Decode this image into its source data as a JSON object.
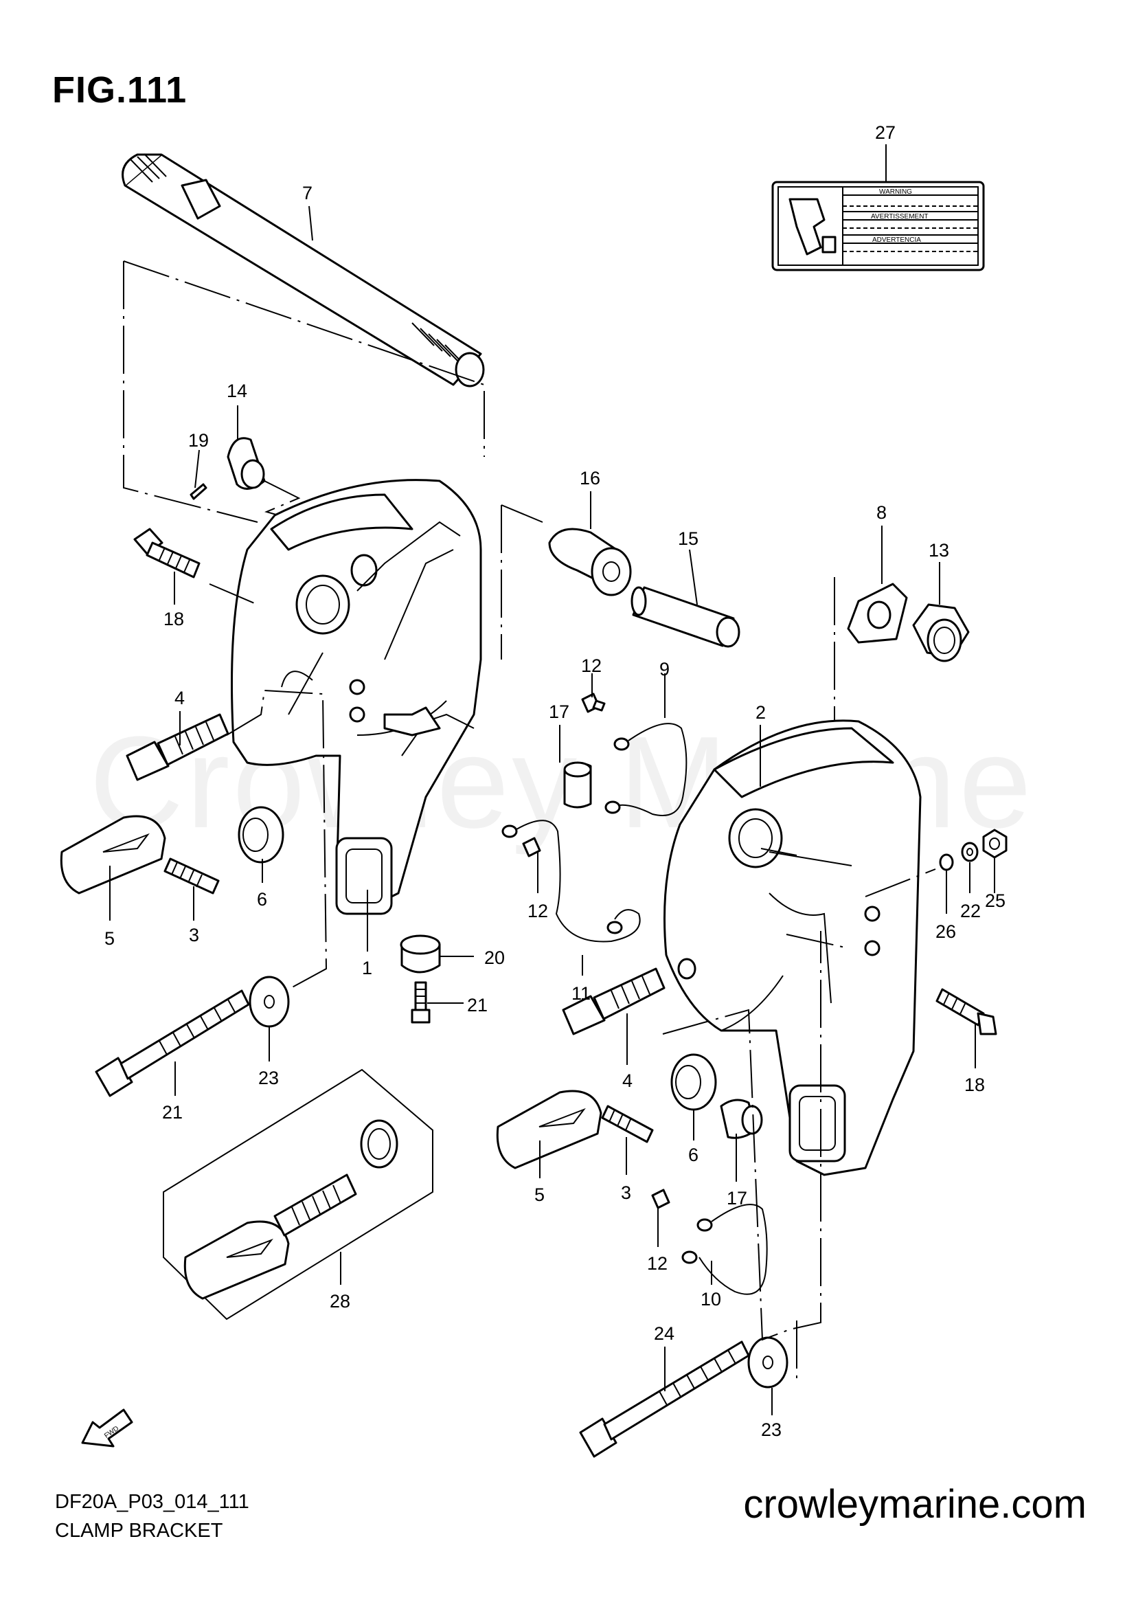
{
  "figure": {
    "number": "FIG.111",
    "code": "DF20A_P03_014_111",
    "name": "CLAMP BRACKET",
    "website": "crowleymarine.com",
    "watermark": "Crowley Marine"
  },
  "label_decal": {
    "line1": "WARNING",
    "line2": "AVERTISSEMENT",
    "line3": "ADVERTENCIA"
  },
  "direction_tag": "FWD",
  "callouts": [
    "7",
    "27",
    "14",
    "19",
    "16",
    "15",
    "8",
    "13",
    "18",
    "4",
    "12",
    "9",
    "17",
    "2",
    "5",
    "3",
    "6",
    "1",
    "12",
    "20",
    "21",
    "11",
    "22",
    "25",
    "26",
    "18",
    "21",
    "23",
    "4",
    "5",
    "3",
    "6",
    "17",
    "12",
    "10",
    "28",
    "24",
    "23"
  ]
}
